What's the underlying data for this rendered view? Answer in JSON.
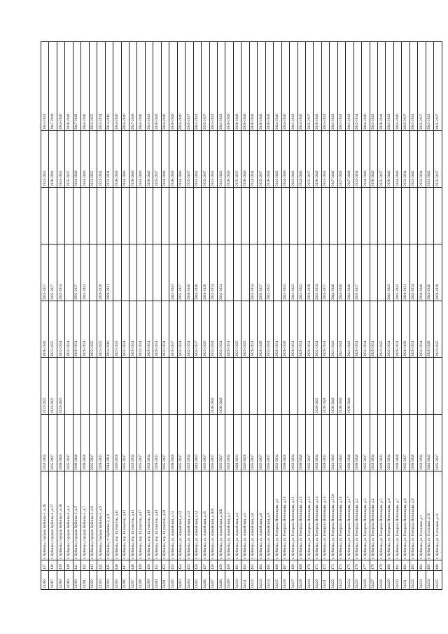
{
  "table": {
    "rows": [
      [
        "24386",
        "437",
        "г. Кубинка, городок Кубинка-1, к.26",
        "2032-2034",
        "2023-2025",
        "2038-2040",
        "2035-2037",
        "",
        "2041-2043",
        "2041-2043"
      ],
      [
        "24387",
        "438",
        "г. Кубинка, городок Кубинка-1, к.27",
        "2035-2037",
        "2023-2025",
        "2023-2025",
        "2035-2037",
        "",
        "2038-2040",
        "2047-2049"
      ],
      [
        "24388",
        "439",
        "г. Кубинка, городок Кубинка-1, к.28",
        "2038-2040",
        "2023-2025",
        "2032-2034",
        "2032-2034",
        "",
        "2041-2043",
        "2044-2046"
      ],
      [
        "24389",
        "440",
        "г. Кубинка, городок Кубинка-1, к.4",
        "2035-2037",
        "",
        "2032-2034",
        "",
        "",
        "2035-2037",
        "2038-2040"
      ],
      [
        "24390",
        "441",
        "г. Кубинка, городок Кубинка-1, к.5",
        "2038-2040",
        "",
        "2029-2031",
        "2035-2037",
        "",
        "2044-2046",
        "2047-2049"
      ],
      [
        "24391",
        "442",
        "г. Кубинка, городок Кубинка-1, к.7",
        "2038-2040",
        "",
        "2029-2031",
        "2041-2043",
        "",
        "2044-2046",
        "2044-2046"
      ],
      [
        "24392",
        "443",
        "г. Кубинка, городок Кубинка-1, к.8",
        "2035-2037",
        "",
        "2023-2025",
        "",
        "",
        "2023-2025",
        "2023-2025"
      ],
      [
        "24393",
        "444",
        "г. Кубинка, городок Кубинка-1, к.9",
        "2029-2031",
        "",
        "2023-2025",
        "2026-2028",
        "",
        "2032-2034",
        "2032-2034"
      ],
      [
        "24394",
        "445",
        "г. Кубинка, ст. Кубинка-2, д.9",
        "2014-2016",
        "",
        "2014-2016",
        "2029-2031",
        "",
        "2032-2034",
        "2014-2016"
      ],
      [
        "24395",
        "446",
        "г. Кубинка, тер. 14 участок, д.11",
        "2026-2028",
        "",
        "2023-2025",
        "",
        "",
        "2038-2040",
        "2044-2046"
      ],
      [
        "24396",
        "447",
        "г. Кубинка, тер. 14 участок, д.12",
        "2035-2037",
        "",
        "2032-2034",
        "",
        "",
        "2044-2046",
        "2044-2046"
      ],
      [
        "24397",
        "448",
        "г. Кубинка, тер. 14 участок, д.13",
        "2032-2034",
        "",
        "2029-2031",
        "",
        "",
        "2038-2040",
        "2047-2049"
      ],
      [
        "24398",
        "449",
        "г. Кубинка, тер. 14 участок, д.17",
        "2035-2037",
        "",
        "2032-2034",
        "",
        "",
        "2044-2046",
        "2044-2046"
      ],
      [
        "24399",
        "450",
        "г. Кубинка, тер. 14 участок, д.18",
        "2032-2034",
        "",
        "2029-2031",
        "",
        "",
        "2038-2040",
        "2041-2043"
      ],
      [
        "24400",
        "451",
        "г. Кубинка, тер. 14 участок, д.19",
        "2029-2031",
        "",
        "2029-2031",
        "",
        "",
        "2035-2037",
        "2038-2040"
      ],
      [
        "24401",
        "452",
        "г. Кубинка, тер. 14 участок, д.20",
        "2035-2037",
        "",
        "2032-2034",
        "",
        "",
        "2044-2046",
        "2044-2046"
      ],
      [
        "24402",
        "453",
        "г. Кубинка, ул. Армейская, д.11",
        "2038-2040",
        "",
        "2035-2037",
        "2041-2043",
        "",
        "2038-2040",
        "2038-2040"
      ],
      [
        "24403",
        "454",
        "г. Кубинка, ул. Армейская, д.12",
        "2035-2037",
        "",
        "2032-2034",
        "2035-2037",
        "",
        "2044-2046",
        "2044-2046"
      ],
      [
        "24404",
        "455",
        "г. Кубинка, ул. Армейская, д.13",
        "2032-2034",
        "",
        "2032-2034",
        "2038-2040",
        "",
        "2035-2037",
        "2035-2037"
      ],
      [
        "24405",
        "456",
        "г. Кубинка, ул. Армейская, д.14",
        "2041-2043",
        "",
        "2035-2037",
        "2044-2046",
        "",
        "2041-2043",
        "2041-2043"
      ],
      [
        "24406",
        "457",
        "г. Кубинка, ул. Армейская, д.15",
        "2035-2037",
        "",
        "2023-2025",
        "2026-2028",
        "",
        "2035-2037",
        "2035-2037"
      ],
      [
        "24407",
        "458",
        "г. Кубинка, ул. Армейская, д.16А",
        "2035-2037",
        "2038-2040",
        "2032-2034",
        "2032-2034",
        "",
        "2041-2043",
        "2041-2043"
      ],
      [
        "24408",
        "459",
        "г. Кубинка, ул. Армейская, д.16Б",
        "2035-2037",
        "2038-2040",
        "2032-2034",
        "2032-2034",
        "",
        "2041-2043",
        "2041-2043"
      ],
      [
        "24409",
        "460",
        "г. Кубинка, ул. Армейская, д.3",
        "2032-2034",
        "",
        "2029-2031",
        "",
        "",
        "2038-2040",
        "2038-2040"
      ],
      [
        "24410",
        "461",
        "г. Кубинка, ул. Армейская, д.4",
        "2029-2031",
        "",
        "2023-2025",
        "",
        "",
        "2035-2037",
        "2038-2040"
      ],
      [
        "24411",
        "462",
        "г. Кубинка, ул. Армейская, д.5",
        "2026-2028",
        "",
        "2023-2025",
        "",
        "",
        "2038-2040",
        "2038-2040"
      ],
      [
        "24412",
        "463",
        "г. Кубинка, ул. Армейская, д.6",
        "2035-2037",
        "",
        "2029-2031",
        "2032-2034",
        "",
        "2032-2034",
        "2038-2040"
      ],
      [
        "24413",
        "464",
        "г. Кубинка, ул. Армейская, д.8",
        "2035-2037",
        "",
        "2026-2028",
        "2035-2037",
        "",
        "2035-2037",
        "2038-2040"
      ],
      [
        "24414",
        "465",
        "г. Кубинка, ул. Армейская, д.9",
        "2035-2037",
        "",
        "2032-2034",
        "2041-2043",
        "",
        "2038-2040",
        "2038-2040"
      ],
      [
        "24415",
        "466",
        "г. Кубинка, ул. Генерала Вотинцева, д.1",
        "2032-2034",
        "",
        "2029-2031",
        "",
        "",
        "2041-2043",
        "2044-2046"
      ],
      [
        "24416",
        "467",
        "г. Кубинка, ул. Генерала Вотинцева, д.10",
        "2038-2040",
        "",
        "2026-2028",
        "2041-2043",
        "",
        "2044-2046",
        "2044-2046"
      ],
      [
        "24417",
        "468",
        "г. Кубинка, ул. Генерала Вотинцева, д.11",
        "2032-2034",
        "",
        "2029-2031",
        "2041-2043",
        "",
        "2041-2043",
        "2041-2043"
      ],
      [
        "24418",
        "469",
        "г. Кубинка, ул. Генерала Вотинцева, д.12",
        "2038-2040",
        "",
        "2029-2031",
        "2041-2043",
        "",
        "2044-2046",
        "2044-2046"
      ],
      [
        "24419",
        "470",
        "г. Кубинка, ул. Генерала Вотинцева, д.13",
        "2035-2037",
        "",
        "2029-2031",
        "2026-2028",
        "",
        "2035-2037",
        "2035-2037"
      ],
      [
        "24420",
        "471",
        "г. Кубинка, ул. Генерала Вотинцева, д.14",
        "2032-2034",
        "2020-2022",
        "2032-2034",
        "2032-2034",
        "",
        "2038-2040",
        "2038-2040"
      ],
      [
        "24421",
        "472",
        "г. Кубинка, ул. Генерала Вотинцева, д.15",
        "2029-2031",
        "2026-2028",
        "2029-2031",
        "2035-2037",
        "",
        "2041-2043",
        "2041-2043"
      ],
      [
        "24422",
        "473",
        "г. Кубинка, ул. Генерала Вотинцева, д.15А",
        "2041-2043",
        "2038-2040",
        "2041-2043",
        "2044-2046",
        "",
        "2047-2049",
        "2041-2043"
      ],
      [
        "24423",
        "474",
        "г. Кубинка, ул. Генерала Вотинцева, д.16",
        "2041-2043",
        "2038-2040",
        "2041-2043",
        "2044-2046",
        "",
        "2047-2049",
        "2041-2043"
      ],
      [
        "24424",
        "475",
        "г. Кубинка, ул. Генерала Вотинцева, д.17",
        "2038-2040",
        "2038-2040",
        "2041-2043",
        "2044-2046",
        "",
        "2047-2049",
        "2041-2043"
      ],
      [
        "24425",
        "476",
        "г. Кубинка, ул. Генерала Вотинцева, д.2",
        "2038-2040",
        "",
        "2029-2031",
        "2035-2037",
        "",
        "2032-2034",
        "2032-2034"
      ],
      [
        "24426",
        "477",
        "г. Кубинка, ул. Генерала Вотинцева, д.3",
        "2035-2037",
        "",
        "2032-2034",
        "",
        "",
        "2044-2046",
        "2044-2046"
      ],
      [
        "24427",
        "478",
        "г. Кубинка, ул. Генерала Вотинцева, д.4",
        "2032-2034",
        "",
        "2029-2031",
        "",
        "",
        "2038-2040",
        "2041-2043"
      ],
      [
        "24428",
        "479",
        "г. Кубинка, ул. Генерала Вотинцева, д.5",
        "2029-2031",
        "",
        "2023-2025",
        "",
        "",
        "2035-2037",
        "2038-2040"
      ],
      [
        "24429",
        "480",
        "г. Кубинка, ул. Генерала Вотинцева, д.6",
        "2032-2034",
        "",
        "2032-2034",
        "2041-2043",
        "",
        "2038-2040",
        "2041-2043"
      ],
      [
        "24430",
        "481",
        "г. Кубинка, ул. Генерала Вотинцева, д.7",
        "2038-2040",
        "",
        "2029-2031",
        "2041-2043",
        "",
        "2044-2046",
        "2044-2046"
      ],
      [
        "24431",
        "482",
        "г. Кубинка, ул. Генерала Вотинцева, д.8",
        "2035-2037",
        "",
        "2026-2028",
        "2029-2031",
        "",
        "2032-2034",
        "2035-2037"
      ],
      [
        "24432",
        "483",
        "г. Кубинка, ул. Генерала Вотинцева, д.9",
        "2038-2040",
        "",
        "2029-2031",
        "2032-2034",
        "",
        "2041-2043",
        "2041-2043"
      ],
      [
        "24433",
        "484",
        "г. Кубинка, ул. Сосновая, д.1",
        "2032-2034",
        "",
        "2032-2034",
        "2038-2040",
        "",
        "2032-2034",
        "2035-2037"
      ],
      [
        "24434",
        "485",
        "г. Кубинка, ул. Сосновая, д.10",
        "2041-2043",
        "",
        "2026-2028",
        "2044-2046",
        "",
        "2041-2043",
        "2041-2043"
      ],
      [
        "24435",
        "486",
        "г. Кубинка, ул. Сосновая, д.11",
        "2035-2037",
        "",
        "2023-2025",
        "2026-2028",
        "",
        "2035-2037",
        "2035-2037"
      ]
    ]
  }
}
